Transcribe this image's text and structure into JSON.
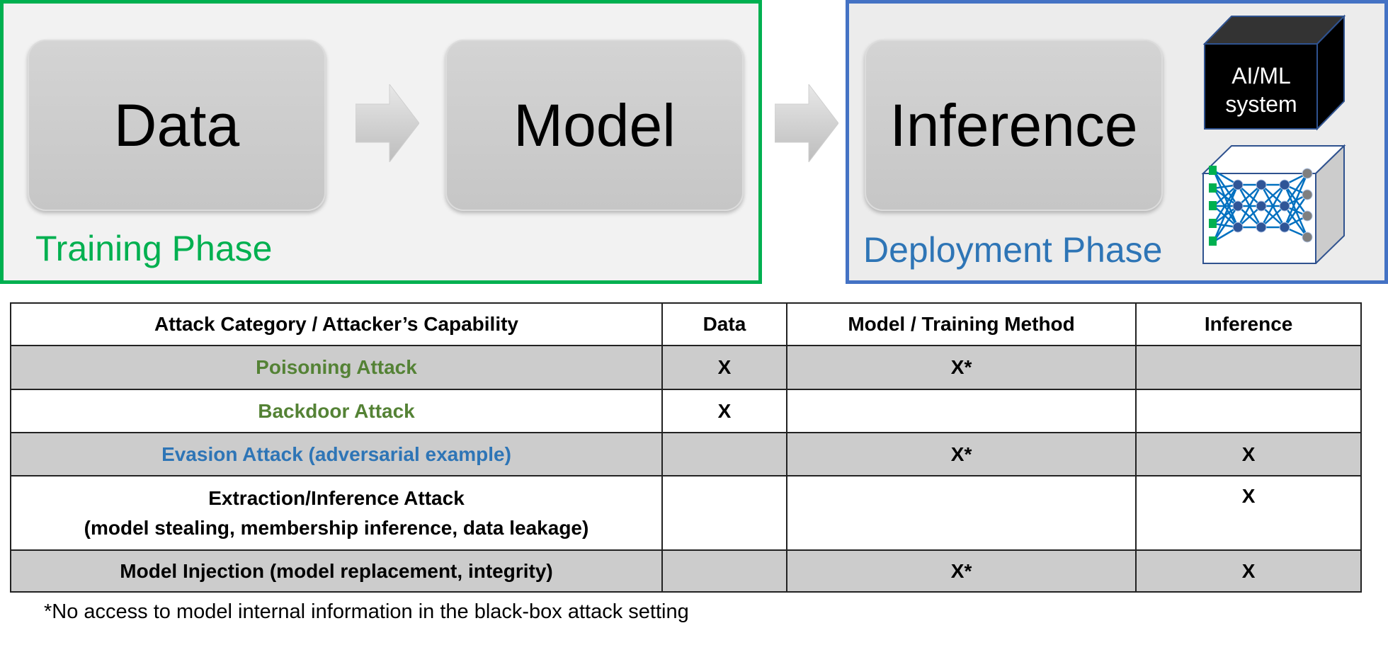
{
  "training_phase": {
    "label": "Training Phase",
    "stages": [
      "Data",
      "Model"
    ],
    "color": "#00b050"
  },
  "deployment_phase": {
    "label": "Deployment Phase",
    "stage": "Inference",
    "black_box_label_line1": "AI/ML",
    "black_box_label_line2": "system",
    "color": "#4472c4"
  },
  "table": {
    "headers": [
      "Attack Category / Attacker’s Capability",
      "Data",
      "Model / Training Method",
      "Inference"
    ],
    "rows": [
      {
        "category": "Poisoning Attack",
        "data": "X",
        "model": "X*",
        "inference": ""
      },
      {
        "category": "Backdoor Attack",
        "data": "X",
        "model": "",
        "inference": ""
      },
      {
        "category": "Evasion Attack (adversarial example)",
        "data": "",
        "model": "X*",
        "inference": "X"
      },
      {
        "category": "Extraction/Inference Attack",
        "category_line2": "(model stealing, membership inference, data leakage)",
        "data": "",
        "model": "",
        "inference": "X"
      },
      {
        "category": "Model Injection (model replacement, integrity)",
        "data": "",
        "model": "X*",
        "inference": "X"
      }
    ]
  },
  "footnote": "*No access to model internal information in the black-box attack setting"
}
